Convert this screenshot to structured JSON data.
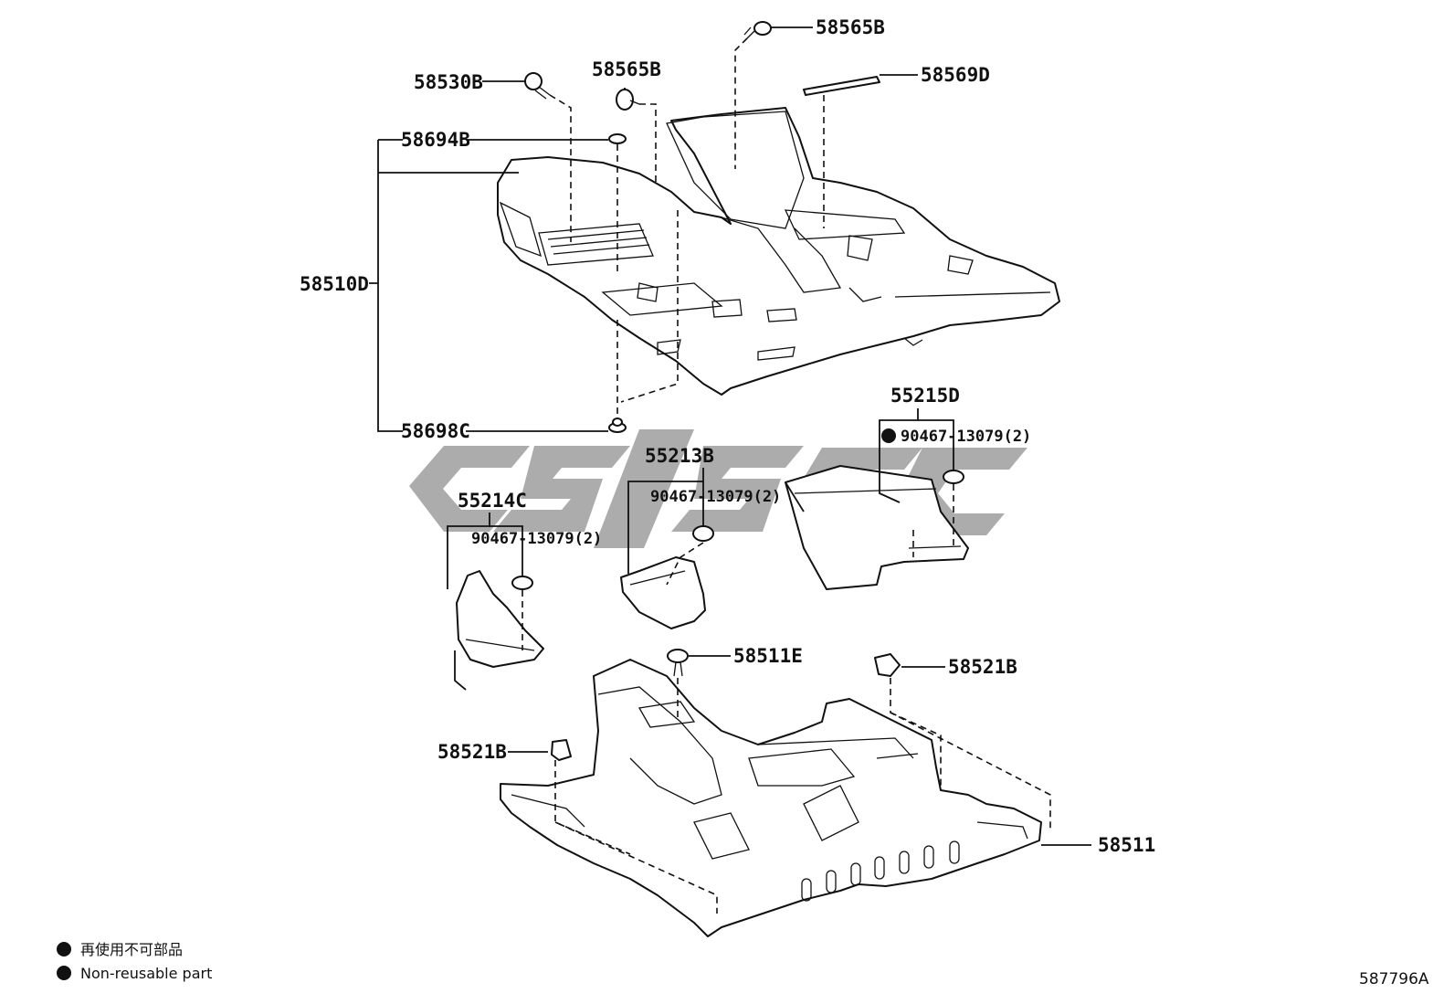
{
  "parts": {
    "p58565B_top": "58565B",
    "p58569D": "58569D",
    "p58530B": "58530B",
    "p58565B": "58565B",
    "p58694B": "58694B",
    "p58510D": "58510D",
    "p58698C": "58698C",
    "p55215D": "55215D",
    "p55215D_clip": "90467-13079(2)",
    "p55213B": "55213B",
    "p55213B_clip": "90467-13079(2)",
    "p55214C": "55214C",
    "p55214C_clip": "90467-13079(2)",
    "p58511E": "58511E",
    "p58521B_right": "58521B",
    "p58521B_left": "58521B",
    "p58511": "58511"
  },
  "legend": {
    "jp": "再使用不可部品",
    "en": "Non-reusable part"
  },
  "figure_number": "587796A"
}
